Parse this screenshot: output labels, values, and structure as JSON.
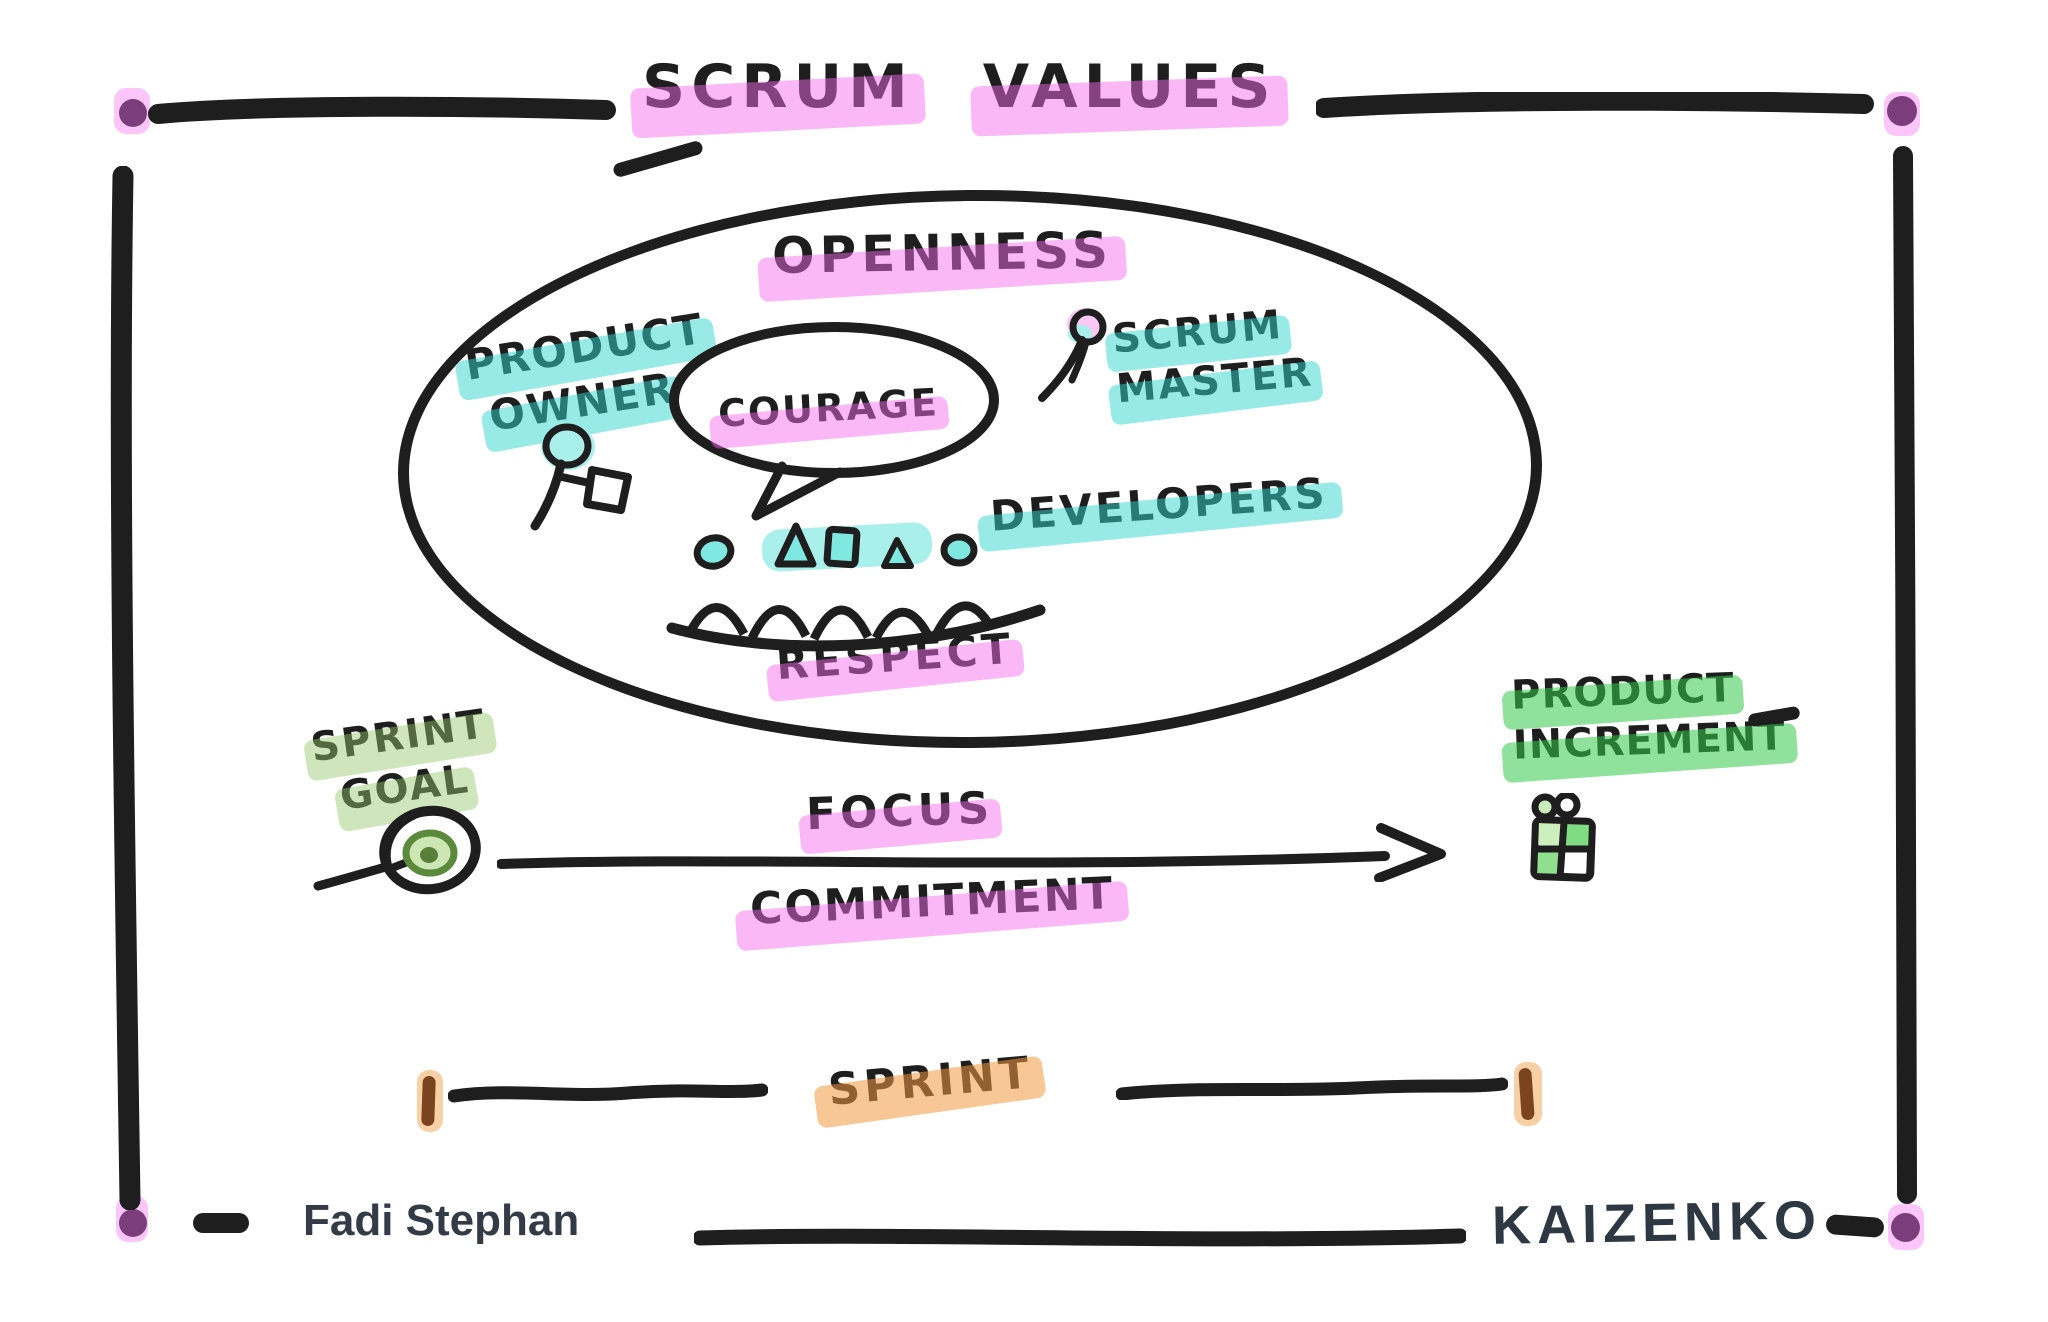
{
  "title": {
    "words": [
      "SCRUM",
      "VALUES"
    ]
  },
  "scrum_team": {
    "openness": "OPENNESS",
    "courage": "COURAGE",
    "respect": "RESPECT",
    "product_owner": {
      "lines": [
        "PRODUCT",
        "OWNER"
      ]
    },
    "scrum_master": {
      "lines": [
        "SCRUM",
        "MASTER"
      ]
    },
    "developers": "DEVELOPERS"
  },
  "flow": {
    "sprint_goal": {
      "lines": [
        "SPRINT",
        "GOAL"
      ]
    },
    "focus": "FOCUS",
    "commitment": "COMMITMENT",
    "product_increment": {
      "lines": [
        "PRODUCT",
        "INCREMENT"
      ]
    }
  },
  "timeline": {
    "sprint": "SPRINT"
  },
  "footer": {
    "author": "Fadi Stephan",
    "brand": "KAIZENKO"
  },
  "icons": {
    "product_owner": "person-with-note-icon",
    "scrum_master": "person-icon",
    "developers": "team-on-bench-icon",
    "courage": "speech-bubble",
    "sprint_goal": "target-icon",
    "product_increment": "gift-icon",
    "flow_arrow": "right-arrow",
    "corners": "purple-dot"
  },
  "colors": {
    "ink": "#1e1e1f",
    "highlight_pink": "#fbb8f7",
    "highlight_cyan": "#9febe6",
    "highlight_green_soft": "#cfe6bb",
    "highlight_green": "#8fe19b",
    "highlight_orange": "#f7d0a6",
    "corner_dot_purple": "#7b3d7c",
    "corner_dot_glow": "#fdc6fa",
    "tick_brown": "#7a4420",
    "signature_slate": "#333b46"
  }
}
